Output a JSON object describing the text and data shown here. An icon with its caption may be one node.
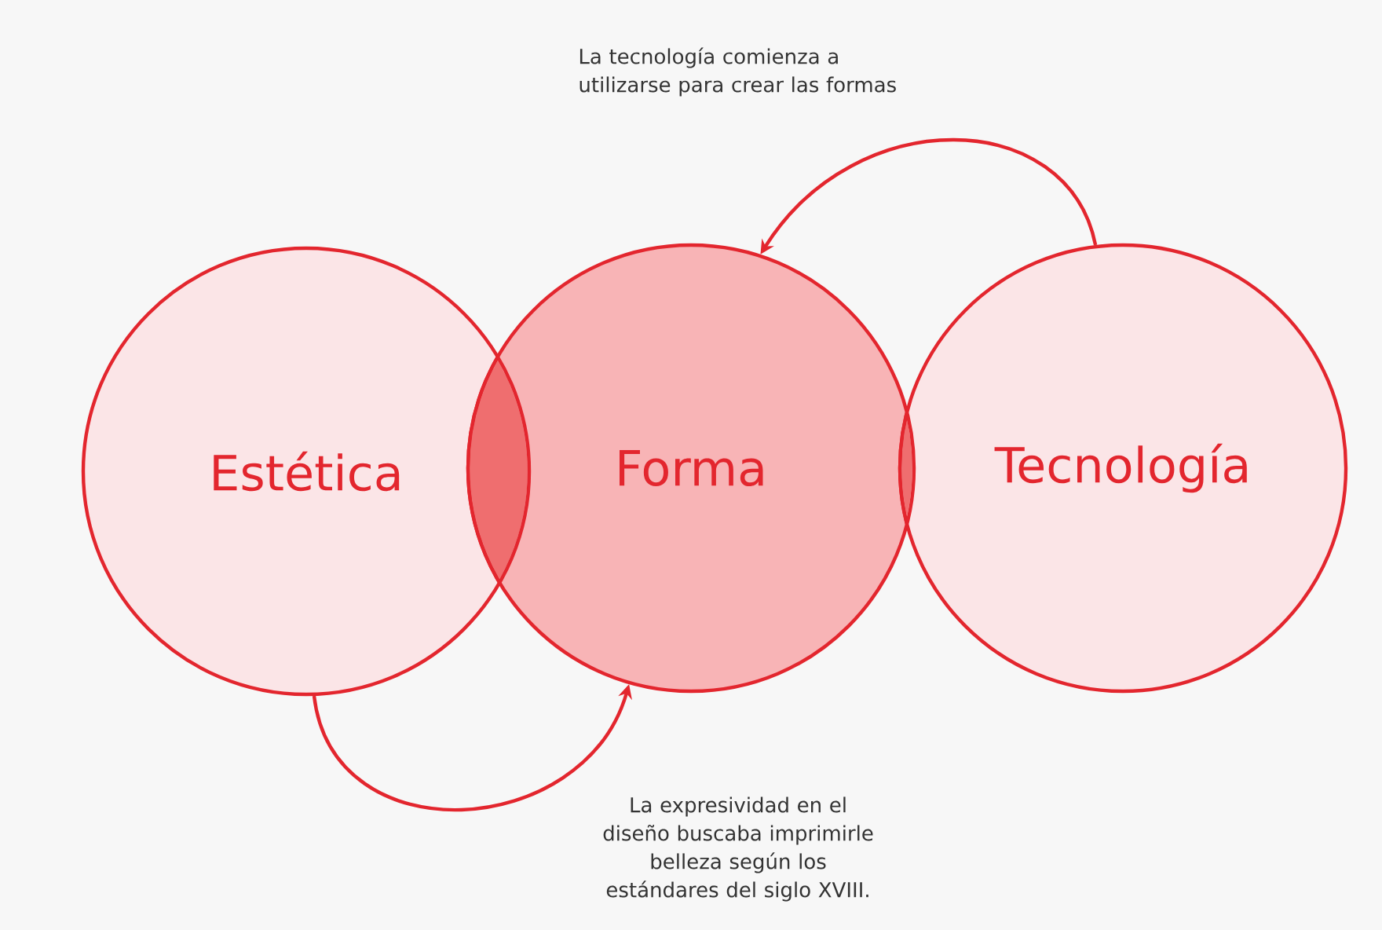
{
  "diagram": {
    "nodes": [
      {
        "text": [
          "Estética"
        ]
      },
      {
        "text": [
          "Forma"
        ]
      },
      {
        "text": [
          "Tecnología"
        ]
      }
    ],
    "edges": [
      {
        "from": 2,
        "to": 1,
        "arrow": "to",
        "label": "La tecnología comienza a utilizarse para crear las formas"
      },
      {
        "from": 0,
        "to": 1,
        "arrow": "to",
        "label": "La expresividad en el diseño buscaba imprimirle belleza según los estándares del siglo XVIII."
      }
    ]
  }
}
